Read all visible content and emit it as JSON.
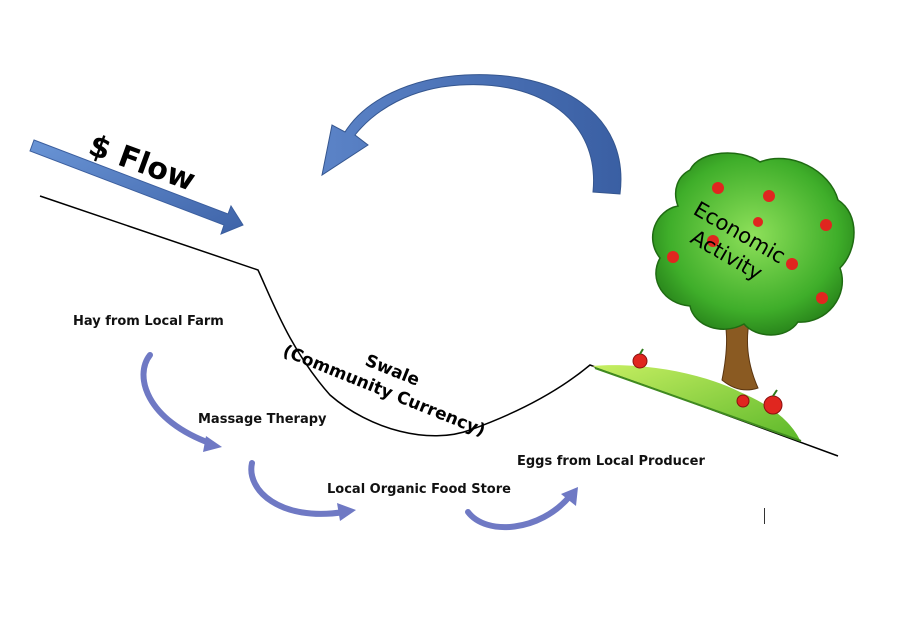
{
  "diagram": {
    "flow_label": "$ Flow",
    "swale_line1": "Swale",
    "swale_line2": "(Community Currency)",
    "tree_line1": "Economic",
    "tree_line2": "Activity",
    "steps": [
      "Hay from Local Farm",
      "Massage Therapy",
      "Local Organic Food Store",
      "Eggs from Local Producer"
    ]
  },
  "colors": {
    "arrow_blue": "#4a72b8",
    "curved_arrow_blue": "#4b72b5",
    "small_arrow_blue": "#6f79c4",
    "foliage_green": "#3fae2a",
    "trunk_brown": "#8a5a22",
    "grass_green": "#8ad23a",
    "apple_red": "#e0261f"
  },
  "icons": {
    "flow_arrow": "straight-arrow",
    "return_arrow": "curved-arrow",
    "tree": "apple-tree"
  }
}
